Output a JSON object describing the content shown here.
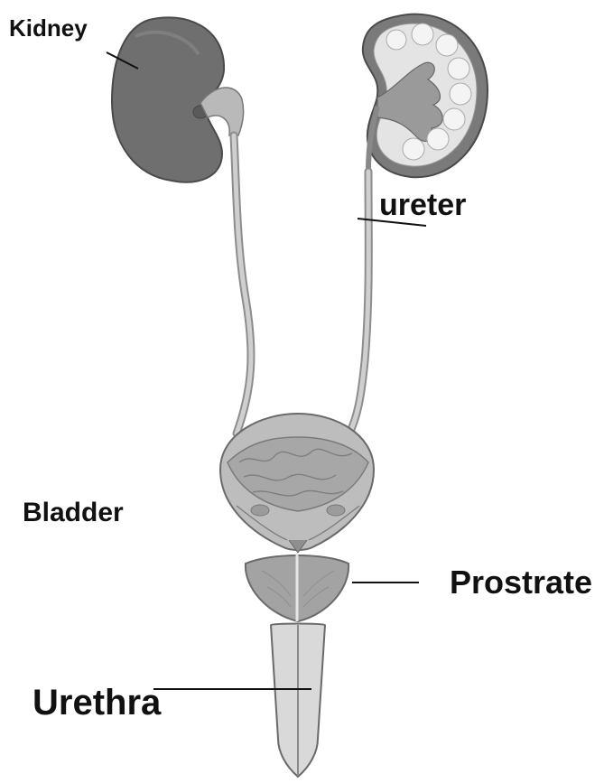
{
  "labels": {
    "kidney": "Kidney",
    "ureter": "ureter",
    "bladder": "Bladder",
    "prostrate": "Prostrate",
    "urethra": "Urethra"
  },
  "colors": {
    "dark_gray": "#6f6f6f",
    "mid_gray": "#9c9c9c",
    "light_gray": "#cfcfcf",
    "pale": "#e6e6e6",
    "line": "#111111"
  }
}
